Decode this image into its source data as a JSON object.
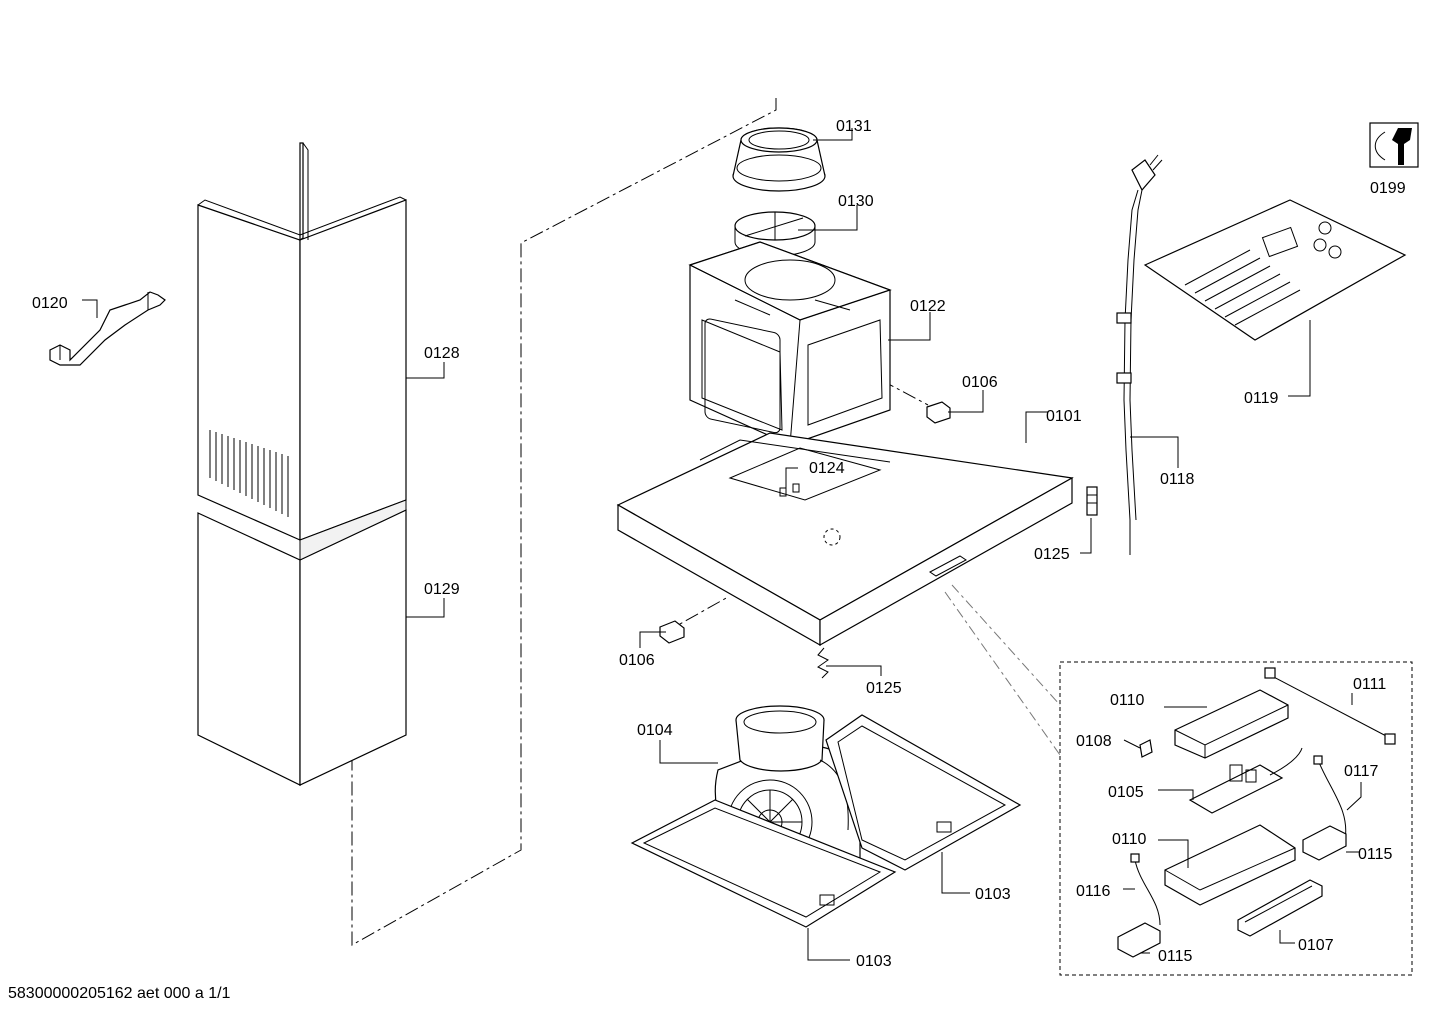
{
  "labels": {
    "p0131": "0131",
    "p0130": "0130",
    "p0122": "0122",
    "p0106a": "0106",
    "p0101": "0101",
    "p0124": "0124",
    "p0125a": "0125",
    "p0106b": "0106",
    "p0125b": "0125",
    "p0104": "0104",
    "p0103a": "0103",
    "p0103b": "0103",
    "p0120": "0120",
    "p0128": "0128",
    "p0129": "0129",
    "p0118": "0118",
    "p0119": "0119",
    "p0199": "0199",
    "p0110a": "0110",
    "p0111": "0111",
    "p0108": "0108",
    "p0105": "0105",
    "p0117": "0117",
    "p0110b": "0110",
    "p0115a": "0115",
    "p0116": "0116",
    "p0115b": "0115",
    "p0107": "0107"
  },
  "footer": {
    "doc_id": "58300000205162 aet 000 a 1/1"
  },
  "icons": {
    "service": "wrench-icon"
  }
}
